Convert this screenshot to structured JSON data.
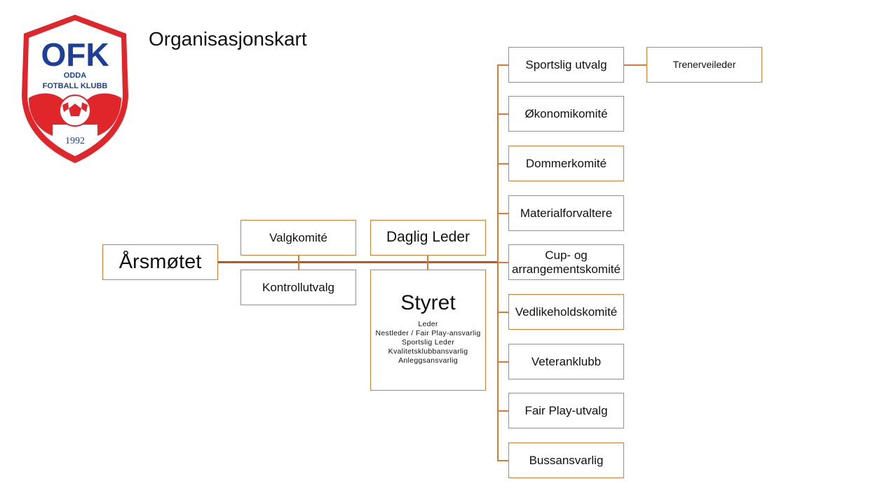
{
  "title": "Organisasjonskart",
  "logo": {
    "initials": "OFK",
    "line1": "ODDA",
    "line2": "FOTBALL KLUBB",
    "year": "1992",
    "icon": "ball-crest-icon",
    "colors": {
      "red": "#e0262b",
      "blue": "#1c3f9a"
    }
  },
  "nodes": {
    "arsmotet": "Årsmøtet",
    "valgkomite": "Valgkomité",
    "kontrollutvalg": "Kontrollutvalg",
    "daglig_leder": "Daglig Leder",
    "styret": {
      "title": "Styret",
      "members": [
        "Leder",
        "Nestleder / Fair Play-ansvarlig",
        "Sportslig Leder",
        "Kvalitetsklubbansvarlig",
        "Anleggsansvarlig"
      ]
    },
    "trenerveileder": "Trenerveileder"
  },
  "committees": [
    "Sportslig utvalg",
    "Økonomikomité",
    "Dommerkomité",
    "Materialforvaltere",
    "Cup- og arrangementskomité",
    "Vedlikeholdskomité",
    "Veteranklubb",
    "Fair Play-utvalg",
    "Bussansvarlig"
  ],
  "colors": {
    "line": "#e07a32",
    "main_line": "#b55a1f"
  }
}
